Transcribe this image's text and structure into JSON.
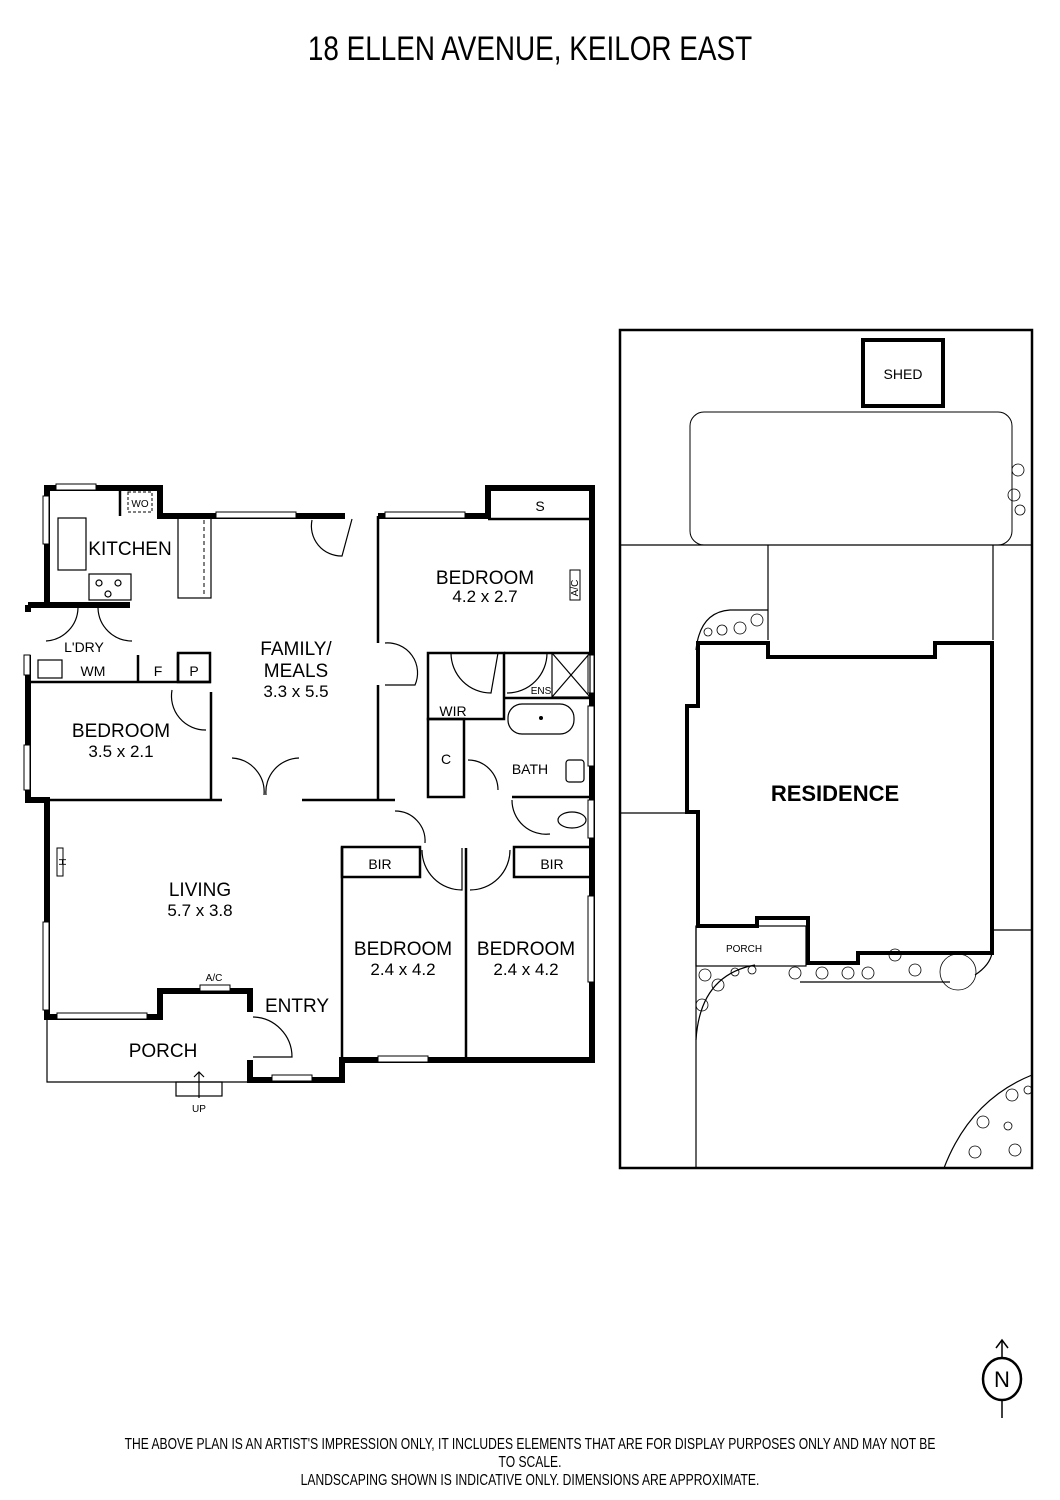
{
  "header": {
    "title": "18 ELLEN AVENUE, KEILOR EAST"
  },
  "floorplan": {
    "rooms": {
      "kitchen": {
        "label": "KITCHEN"
      },
      "wo": {
        "label": "WO"
      },
      "laundry": {
        "label": "L'DRY",
        "wm": "WM",
        "f": "F",
        "p": "P"
      },
      "family": {
        "label": "FAMILY/",
        "label2": "MEALS",
        "dims": "3.3 x 5.5"
      },
      "bedroom_left": {
        "label": "BEDROOM",
        "dims": "3.5 x 2.1"
      },
      "bedroom_master": {
        "label": "BEDROOM",
        "dims": "4.2 x 2.7",
        "s": "S",
        "ac": "A/C"
      },
      "wir": {
        "label": "WIR"
      },
      "ens": {
        "label": "ENS"
      },
      "c": {
        "label": "C"
      },
      "bath": {
        "label": "BATH"
      },
      "living": {
        "label": "LIVING",
        "dims": "5.7 x 3.8",
        "h": "H",
        "ac": "A/C"
      },
      "entry": {
        "label": "ENTRY"
      },
      "porch": {
        "label": "PORCH",
        "up": "UP"
      },
      "bir1": {
        "label": "BIR"
      },
      "bir2": {
        "label": "BIR"
      },
      "bedroom_3": {
        "label": "BEDROOM",
        "dims": "2.4 x 4.2"
      },
      "bedroom_4": {
        "label": "BEDROOM",
        "dims": "2.4 x 4.2"
      }
    }
  },
  "siteplan": {
    "shed": "SHED",
    "residence": "RESIDENCE",
    "porch": "PORCH"
  },
  "compass": {
    "label": "N"
  },
  "footer": {
    "line1": "THE ABOVE PLAN IS AN ARTIST'S IMPRESSION ONLY, IT INCLUDES ELEMENTS THAT ARE FOR DISPLAY PURPOSES ONLY AND MAY NOT BE TO SCALE.",
    "line2": "LANDSCAPING SHOWN IS INDICATIVE ONLY. DIMENSIONS ARE APPROXIMATE."
  }
}
